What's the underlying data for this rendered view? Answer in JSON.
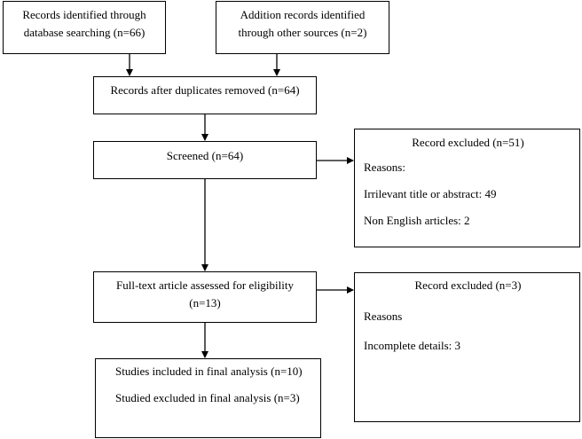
{
  "boxes": {
    "identified_db": {
      "line1": "Records identified through",
      "line2": "database searching  (n=66)"
    },
    "identified_other": {
      "line1": "Addition records identified",
      "line2": "through other sources  (n=2)"
    },
    "after_duplicates": {
      "text": "Records after duplicates removed (n=64)"
    },
    "screened": {
      "text": "Screened (n=64)"
    },
    "excluded_screen": {
      "title": "Record excluded (n=51)",
      "reasons_label": "Reasons:",
      "reason1": "Irrilevant title or abstract: 49",
      "reason2": "Non English articles: 2"
    },
    "fulltext": {
      "line1": "Full-text article assessed for eligibility",
      "line2": "(n=13)"
    },
    "excluded_fulltext": {
      "title": "Record excluded (n=3)",
      "reasons_label": "Reasons",
      "reason1": "Incomplete details: 3"
    },
    "final": {
      "line1": "Studies included in final analysis (n=10)",
      "line2": "Studied excluded in final analysis (n=3)"
    }
  }
}
